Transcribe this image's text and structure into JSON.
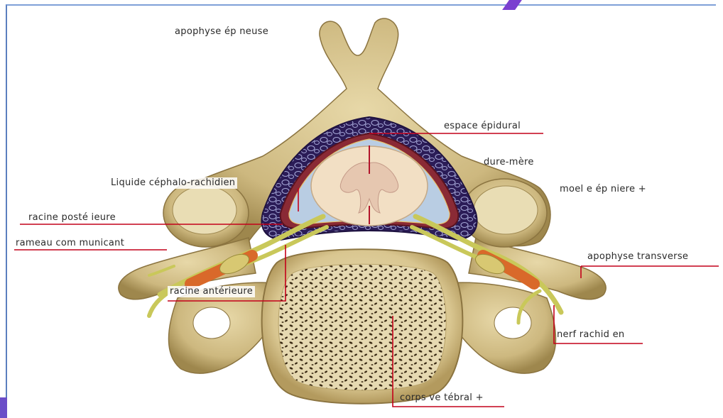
{
  "labels": {
    "apophyse_epineuse": "apophyse ép neuse",
    "espace_epidural": "espace épidural",
    "dure_mere": "dure-mère",
    "liquide_cephalo": "Liquide céphalo-rachidien",
    "moelle_epiniere": "moel e ép niere +",
    "racine_posterieure": "racine posté ieure",
    "rameau_communicant": "rameau com municant",
    "apophyse_transverse": "apophyse transverse",
    "racine_anterieure": "racine antérieure",
    "nerf_rachidien": "nerf rachid en",
    "corps_vertebral": "corps ve tébral +"
  },
  "colors": {
    "bone": "#d7c48f",
    "bone_shadow": "#a88f55",
    "dura": "#2d1d5c",
    "csf": "#b9cde3",
    "cord": "#f2dfc4",
    "nerve": "#c9c85a",
    "nerve_root": "#d9692a",
    "leader": "#c4001a"
  }
}
